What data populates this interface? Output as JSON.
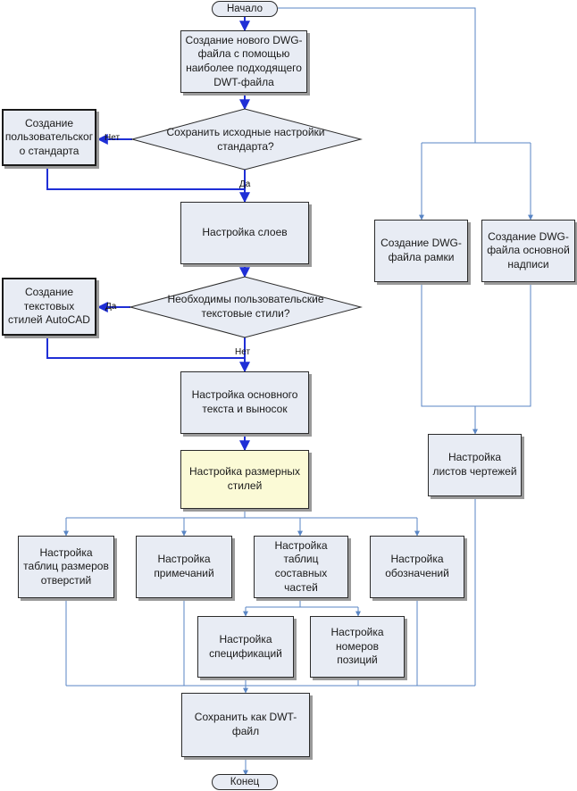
{
  "start": "Начало",
  "end": "Конец",
  "nodes": {
    "create_dwg": "Создание нового DWG-файла с помощью наиболее подходящего DWT-файла",
    "q_keep": "Сохранить исходные настройки стандарта?",
    "custom_std": "Создание пользовательског о стандарта",
    "layers": "Настройка слоев",
    "q_text": "Необходимы пользовательские текстовые стили?",
    "text_styles": "Создание текстовых стилей AutoCAD",
    "main_text": "Настройка основного текста и выносок",
    "dim_styles": "Настройка размерных стилей",
    "hole_tables": "Настройка таблиц размеров отверстий",
    "notes": "Настройка примечаний",
    "parts_tables": "Настройка таблиц составных частей",
    "symbols": "Настройка обозначений",
    "specs": "Настройка спецификаций",
    "balloons": "Настройка номеров позиций",
    "save_dwt": "Сохранить как DWT-файл",
    "frame_dwg": "Создание DWG-файла рамки",
    "title_dwg": "Создание DWG-файла основной надписи",
    "sheets": "Настройка листов чертежей"
  },
  "labels": {
    "no1": "Нет",
    "yes1": "Да",
    "yes2": "Да",
    "no2": "Нет"
  },
  "colors": {
    "box_fill": "#e8ecf4",
    "highlight_fill": "#fbfad6",
    "main_flow": "#1f2fd6",
    "branch_flow": "#5a86c4"
  }
}
